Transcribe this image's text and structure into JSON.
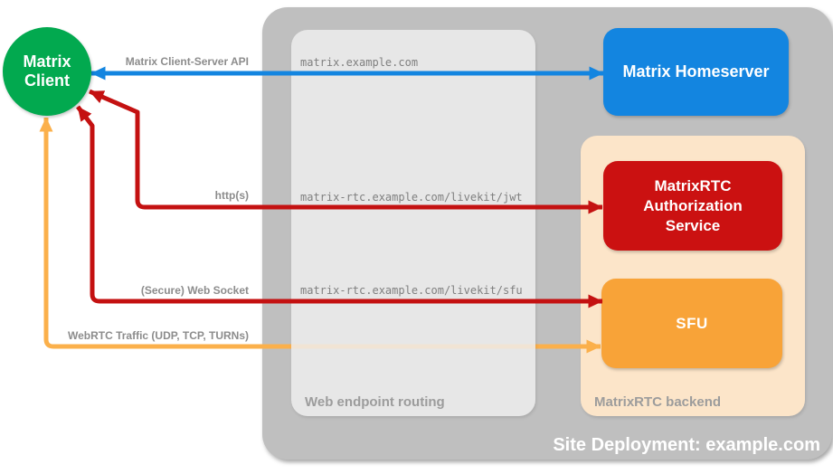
{
  "diagram": {
    "site_label": "Site Deployment: example.com",
    "zones": {
      "routing": "Web endpoint routing",
      "backend": "MatrixRTC backend"
    },
    "nodes": {
      "client": "Matrix\nClient",
      "homeserver": "Matrix Homeserver",
      "auth_service": "MatrixRTC\nAuthorization\nService",
      "sfu": "SFU"
    },
    "routes": [
      "matrix.example.com",
      "matrix-rtc.example.com/livekit/jwt",
      "matrix-rtc.example.com/livekit/sfu"
    ],
    "connections": [
      {
        "label": "Matrix Client-Server API"
      },
      {
        "label": "http(s)"
      },
      {
        "label": "(Secure) Web Socket"
      },
      {
        "label": "WebRTC Traffic (UDP, TCP, TURNs)"
      }
    ],
    "colors": {
      "client_green": "#02a94f",
      "homeserver_blue": "#1385e0",
      "auth_red": "#cb1111",
      "sfu_orange": "#f8a338",
      "backend_peach": "#fce5c9",
      "container_gray": "#bfbfbf",
      "routing_gray": "#eeeeee",
      "arrow_blue": "#1385e0",
      "arrow_red": "#c41111",
      "arrow_orange": "#fbb04b",
      "label_gray": "#8c8c8c"
    }
  }
}
